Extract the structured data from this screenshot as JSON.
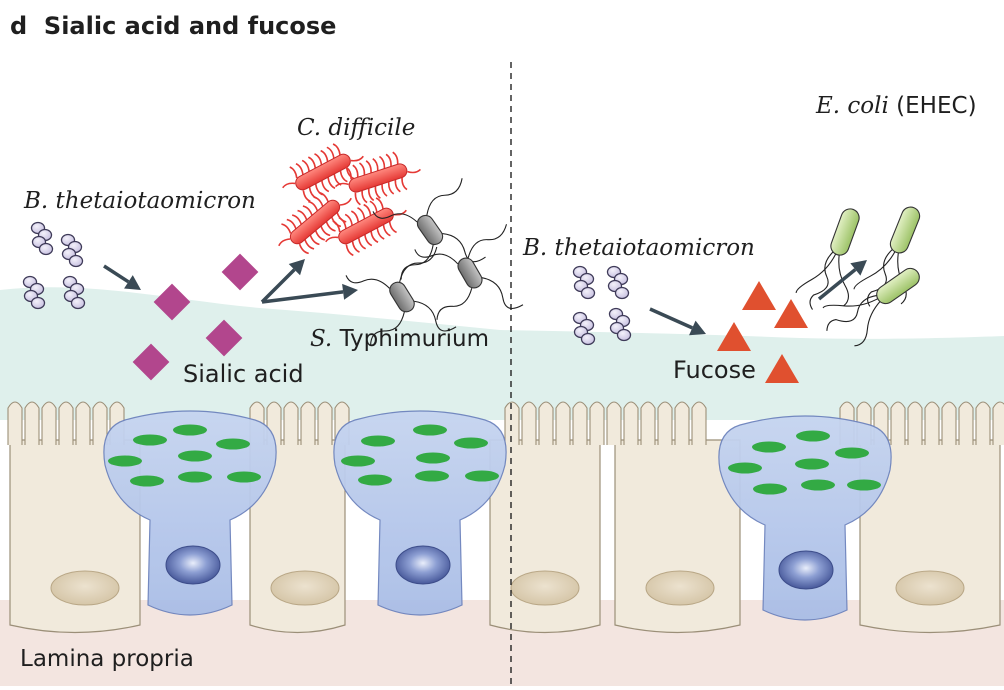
{
  "panel": {
    "letter": "d",
    "title": "Sialic acid and fucose"
  },
  "labels": {
    "b_theta_left": "B. thetaiotaomicron",
    "b_theta_right": "B. thetaiotaomicron",
    "c_difficile": "C. difficile",
    "s_typhimurium_prefix": "S.",
    "s_typhimurium_name": "Typhimurium",
    "e_coli_prefix": "E. coli",
    "e_coli_suffix": "(EHEC)",
    "sialic_acid": "Sialic acid",
    "fucose": "Fucose",
    "lamina_propria": "Lamina propria"
  },
  "colors": {
    "sialic_acid": "#b2468d",
    "fucose": "#e0502f",
    "c_difficile": "#ee3b3b",
    "s_typhimurium": "#8a8a8a",
    "e_coli": "#aed07c",
    "b_theta": "#d8d3ec",
    "mucus": "#dff0ec",
    "epithelium": "#f1eadc",
    "goblet_cell": "#b5c8ea",
    "mucin_granule": "#33aa44",
    "lamina_propria": "#f2e3de"
  },
  "icons": [
    "b-theta-cluster-icon",
    "sialic-acid-diamond-icon",
    "fucose-triangle-icon",
    "c-difficile-bacterium-icon",
    "s-typhimurium-bacterium-icon",
    "e-coli-bacterium-icon",
    "goblet-cell-icon",
    "enterocyte-icon"
  ]
}
